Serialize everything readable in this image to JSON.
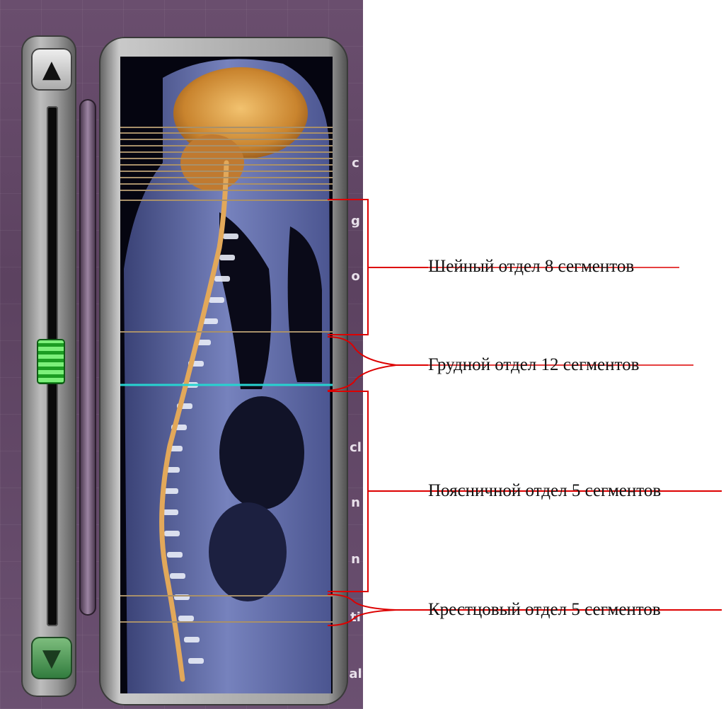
{
  "annotations": {
    "cervical": {
      "label": "Шейный отдел 8 сегментов"
    },
    "thoracic": {
      "label": "Грудной отдел 12 сегментов"
    },
    "lumbar": {
      "label": "Поясничной отдел 5 сегментов"
    },
    "sacral": {
      "label": "Крестцовый отдел 5 сегментов"
    }
  },
  "side_letters": [
    "c",
    "g",
    "o",
    "cl",
    "n",
    "n",
    "ti",
    "al"
  ],
  "slider": {
    "up_icon": "triangle-up-icon",
    "down_icon": "triangle-down-icon",
    "up_glyph": "▲",
    "down_glyph": "▼",
    "thumb_position_fraction": 0.49
  },
  "colors": {
    "bracket_line": "#dd0000",
    "slice_line": "#a8906a",
    "selected_slice_line": "#27d3d0",
    "spinal_cord": "#e2a85a",
    "scan_tissue": "#6b78b4"
  }
}
